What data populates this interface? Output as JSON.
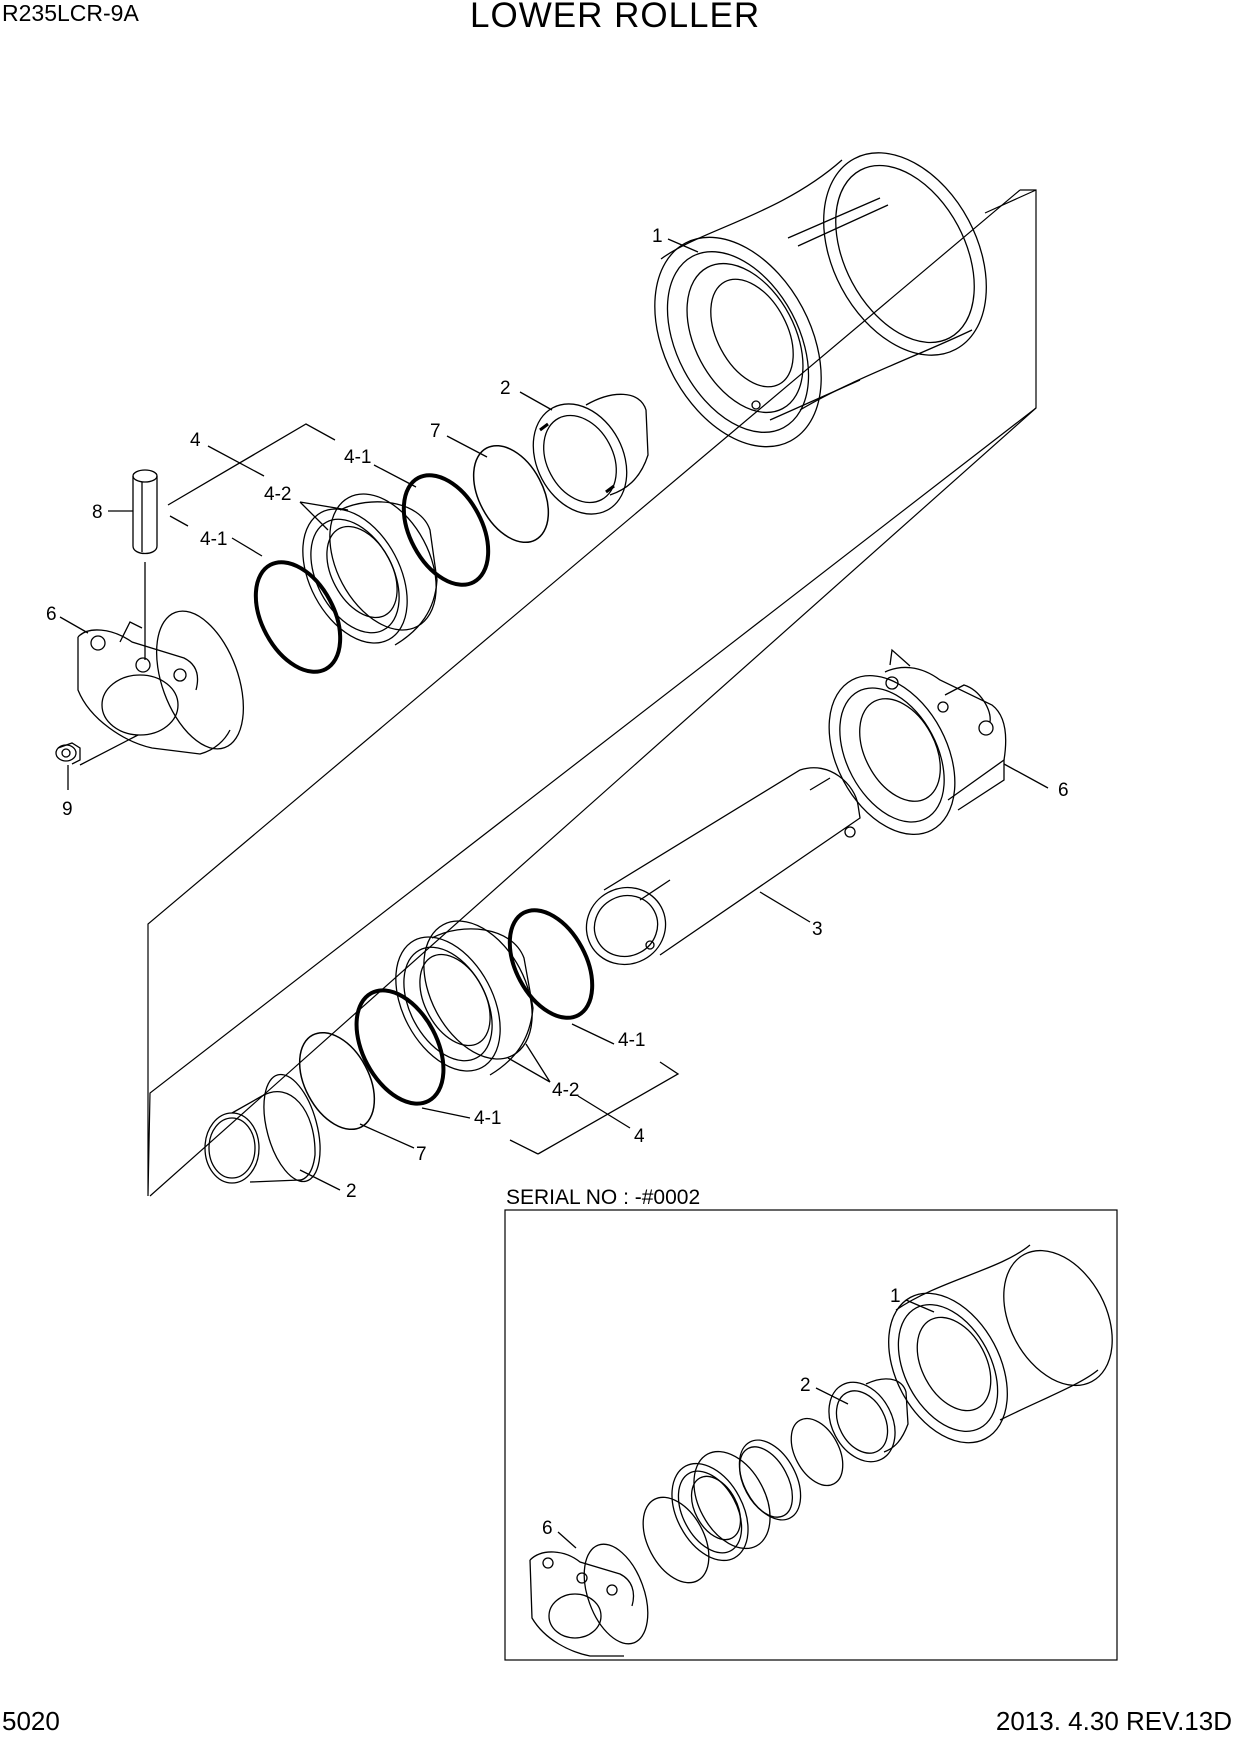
{
  "header": {
    "model": "R235LCR-9A",
    "title": "LOWER ROLLER"
  },
  "footer": {
    "page": "5020",
    "date_rev": "2013. 4.30  REV.13D"
  },
  "inset": {
    "serial": "SERIAL NO : -#0002"
  },
  "callouts": {
    "c1": "1",
    "c2": "2",
    "c4": "4",
    "c41a": "4-1",
    "c7": "7",
    "c42a": "4-2",
    "c41b": "4-1",
    "c8": "8",
    "c6a": "6",
    "c9": "9",
    "c6b": "6",
    "c3": "3",
    "c41c": "4-1",
    "c42b": "4-2",
    "c41d": "4-1",
    "c4b": "4",
    "c7b": "7",
    "c2b": "2",
    "i1": "1",
    "i2": "2",
    "i6": "6"
  }
}
